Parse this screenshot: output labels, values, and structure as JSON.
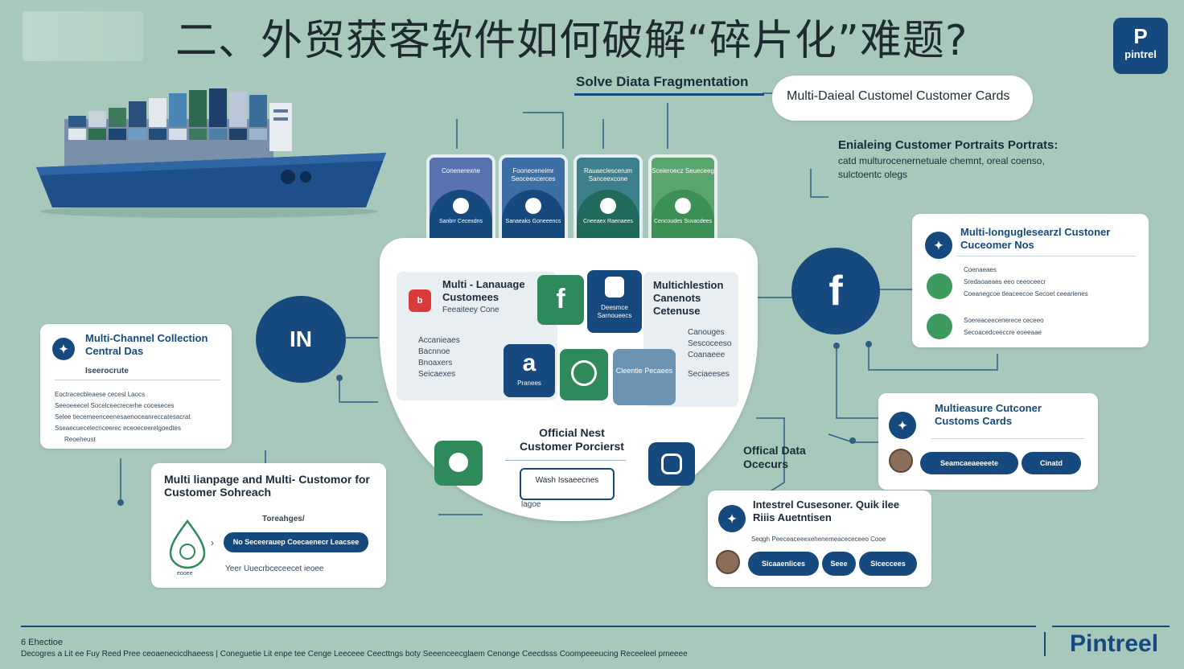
{
  "header": {
    "title": "二、外贸获客软件如何破解“碎片化”难题?",
    "brand_short": "P",
    "brand_name": "pintrel"
  },
  "top": {
    "fragment_label": "Solve Diata Fragmentation",
    "pill_label": "Multi-Daieal Customel Customer Cards",
    "enrich_title": "Enialeing Customer Portraits Portrats:",
    "enrich_desc": "catd multurocenernetuale chemnt, oreal coenso, sulctoentc olegs"
  },
  "mini_cards": [
    {
      "top": "Conenerexne",
      "bottom": "Sanbrr Cecexdns",
      "color": "#5a73b0",
      "bcolor": "#16497d"
    },
    {
      "top": "Fooneceneimr Seoceexcerces",
      "bottom": "Sanaeaks Goneeencs",
      "color": "#3d6fa6",
      "bcolor": "#16497d"
    },
    {
      "top": "Rauaeclescerum Sanceexcone",
      "bottom": "Cneeaex Raenaees",
      "color": "#3d7f8a",
      "bcolor": "#1f6a5c"
    },
    {
      "top": "Sceieroecz Seueceeg",
      "bottom": "Cencoudes Suvacdees",
      "color": "#5ca46d",
      "bcolor": "#3c8f55"
    }
  ],
  "hub": {
    "left_title": "Multi - Lanauage Customees",
    "left_sub": "Feeaiteey Cone",
    "left_list": [
      "Accanieaes",
      "Bacnnoe",
      "Bnoaxers",
      "Seicaexes"
    ],
    "right_title": "Multichlestion Canenots Cetenuse",
    "right_list": [
      "Canouges",
      "Sescoceeso",
      "Coanaeee",
      "Seciaeeses"
    ],
    "badge_f": "f",
    "badge_chat": "Deesmce Sarnoueecs",
    "badge_a": "a",
    "badge_a_sub": "Pranees",
    "badge_wechat": "Cleentie Pecaees",
    "official_title": "Official Nest Customer Porcierst",
    "official_box": "Wash Issaeecnes",
    "official_tag": "lagoe"
  },
  "linkedin": {
    "label": "IN"
  },
  "facebook": {
    "label": "f"
  },
  "card_left": {
    "title": "Multi-Channel Collection Central Das",
    "subtitle": "Iseerocrute",
    "items": [
      "Eoctracecbleaese cecesl Laocs",
      "Seeoeeecel Socelceecrecerhe coceseces",
      "Selee tiecemeenceenesaenoceanreccatesacrat",
      "Sseaecuecelecnceerec eceoeceerelgoedtes"
    ],
    "footnote": "Reoeheust"
  },
  "card_language": {
    "title": "Multi lianpage and Multi- Customor for Customer Sohreach",
    "subtitle": "Toreahges/",
    "button": "No Seceerauep Coecaenecr Leacsee",
    "logo_label": "eooee",
    "foot": "Yeer Uuecrbceceecet ieoee"
  },
  "card_right_top": {
    "title": "Multi-longuglesearzl Custoner Cuceomer Nos",
    "items": [
      "Coenaeaes",
      "Sredaoaeaes eeo ceeoceecr",
      "Coeanegcoe tleaceecoe Secoet ceearienes",
      "Soereaceecenerece ceceeo",
      "Secoacedceeccre eoeeaae"
    ]
  },
  "card_right_mid": {
    "title": "Multieasure Cutconer Customs Cards",
    "btn1": "Seamcaeaeeeete",
    "btn2": "Cinatd"
  },
  "official_data": "Offical Data Ocecurs",
  "card_right_bottom": {
    "title": "Intestrel Cusesoner. Quik ilee Riiis Auetntisen",
    "desc": "Seqgh Peeceaceeexehenemeacececeeo Cooe",
    "btn1": "Sicaaenlices",
    "btn2": "Seee",
    "btn3": "Siceccees"
  },
  "footer": {
    "line1": "6 Ehectioe",
    "line2": "Decogres a Lit ee Fuy Reed Pree ceoaenecicdhaeess | Coneguetie Lit enpe tee Cenge Leeceee Ceecttngs boty Seeenceecglaem Cenonge Ceecdsss Coompeeeucing Receeleel pmeeee",
    "brand": "Pintreel"
  }
}
